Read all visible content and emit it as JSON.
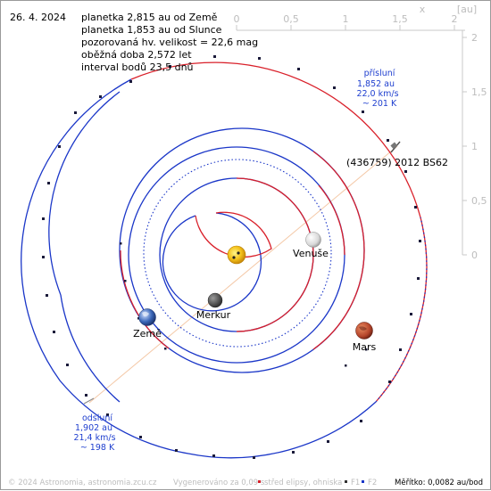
{
  "date": "26. 4. 2024",
  "info_lines": [
    "planetka 2,815 au od Země",
    "planetka 1,853 au od Slunce",
    "pozorovaná hv. velikost = 22,6 mag",
    "oběžná doba 2,572 let",
    "interval bodů 23,5 dnů"
  ],
  "axis": {
    "x_label": "x",
    "unit": "[au]",
    "x_ticks": [
      "0",
      "0,5",
      "1",
      "1,5",
      "2"
    ],
    "y_ticks": [
      "2",
      "1,5",
      "1",
      "0,5",
      "0"
    ]
  },
  "perihelion": {
    "title": "přísluní",
    "distance": "1,852 au",
    "speed": "22,0 km/s",
    "temp": "~ 201 K"
  },
  "aphelion": {
    "title": "odsluní",
    "distance": "1,902 au",
    "speed": "21,4 km/s",
    "temp": "~ 198 K"
  },
  "asteroid_name": "(436759) 2012 BS62",
  "planets": {
    "venus": "Venuše",
    "mercury": "Merkur",
    "earth": "Země",
    "mars": "Mars"
  },
  "footer": {
    "copyright": "© 2024 Astronomia, astronomia.zcu.cz",
    "generated": "Vygenerováno za 0,09 s",
    "legend_center": "střed elipsy, ohniska",
    "legend_f1": "F1",
    "legend_f2": "F2",
    "scale": "Měřítko: 0,0082 au/bod"
  },
  "colors": {
    "orbit_red": "#d9202a",
    "orbit_blue": "#1a36c8",
    "label_blue": "#1f3fcf",
    "grid": "#c8c8c8"
  }
}
